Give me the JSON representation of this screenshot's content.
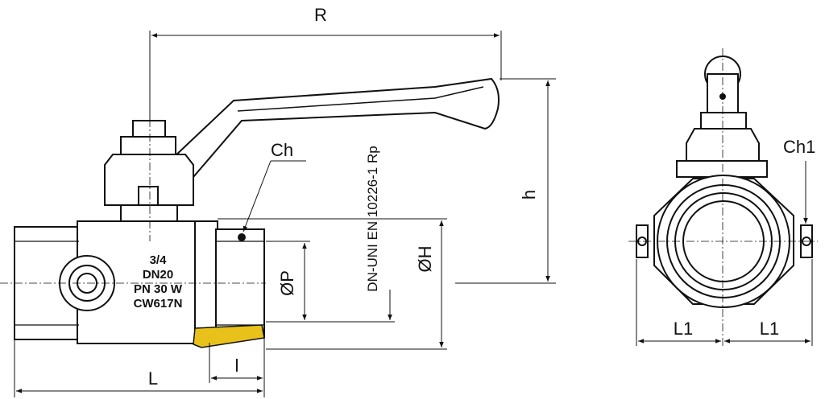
{
  "dimensions": {
    "R": "R",
    "h": "h",
    "Ch": "Ch",
    "OH": "ØH",
    "OP": "ØP",
    "L": "L",
    "l": "l",
    "Ch1": "Ch1",
    "L1_left": "L1",
    "L1_right": "L1"
  },
  "markings": {
    "size": "3/4",
    "dn": "DN20",
    "pn": "PN 30 W",
    "material": "CW617N"
  },
  "standard": "DN-UNI EN 10226-1 Rp",
  "colors": {
    "line": "#111111",
    "seal": "#e8c21a"
  }
}
